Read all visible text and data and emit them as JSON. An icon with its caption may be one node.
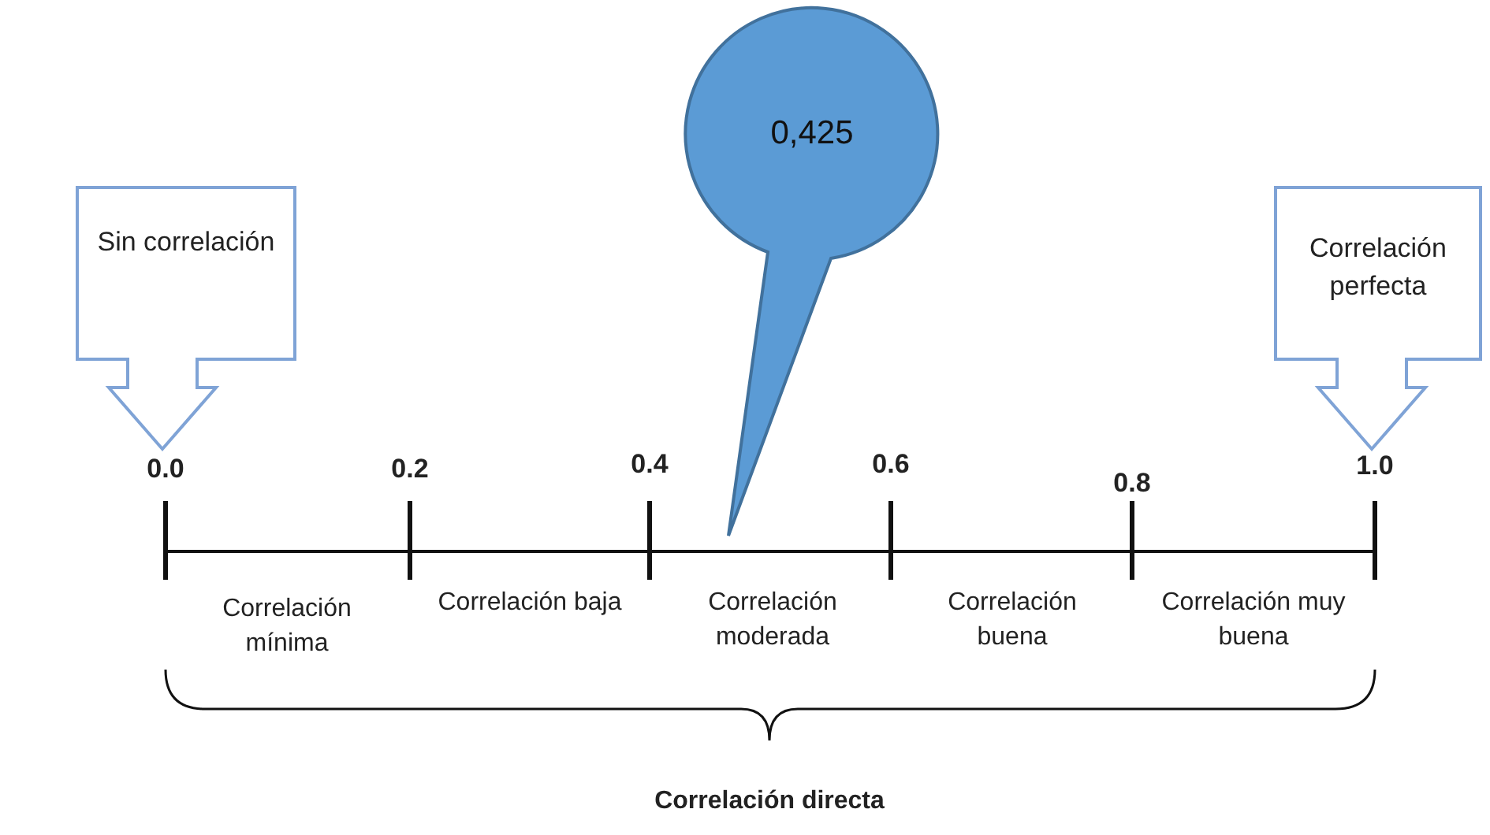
{
  "diagram": {
    "nodes": [
      {
        "text": [
          "Sin correlación"
        ]
      },
      {
        "text": [
          "Correlación perfecta"
        ]
      },
      {
        "text": [
          "0,425"
        ]
      }
    ],
    "labels": [
      "0.0",
      "0.2",
      "0.4",
      "0.6",
      "0.8",
      "1.0",
      "Correlación mínima",
      "Correlación baja",
      "Correlación moderada",
      "Correlación buena",
      "Correlación muy buena",
      "Correlación directa"
    ]
  }
}
